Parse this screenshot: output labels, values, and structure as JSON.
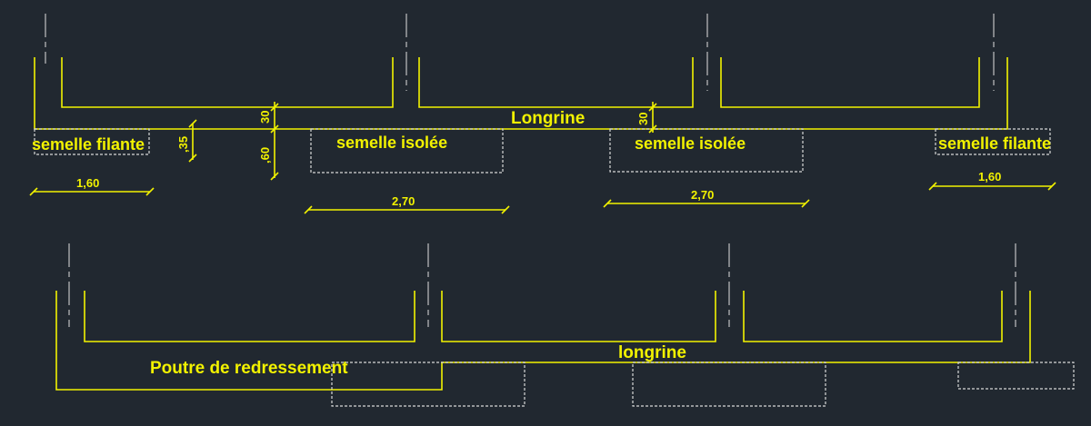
{
  "colors": {
    "background": "#212830",
    "structure": "#f2f200",
    "footing_outline": "#d8d8d8",
    "axis": "#d0d0d0"
  },
  "top": {
    "longrine_label": "Longrine",
    "semelle_filante_left": "semelle filante",
    "semelle_filante_right": "semelle filante",
    "semelle_isolee_1": "semelle isolée",
    "semelle_isolee_2": "semelle isolée",
    "dim_width_left": "1,60",
    "dim_width_right": "1,60",
    "dim_isolee_1": "2,70",
    "dim_isolee_2": "2,70",
    "dim_30_left": "30",
    "dim_30_right": "30",
    "dim_35": ",35",
    "dim_60": ",60"
  },
  "bottom": {
    "poutre_label": "Poutre de redressement",
    "longrine_label": "longrine"
  }
}
